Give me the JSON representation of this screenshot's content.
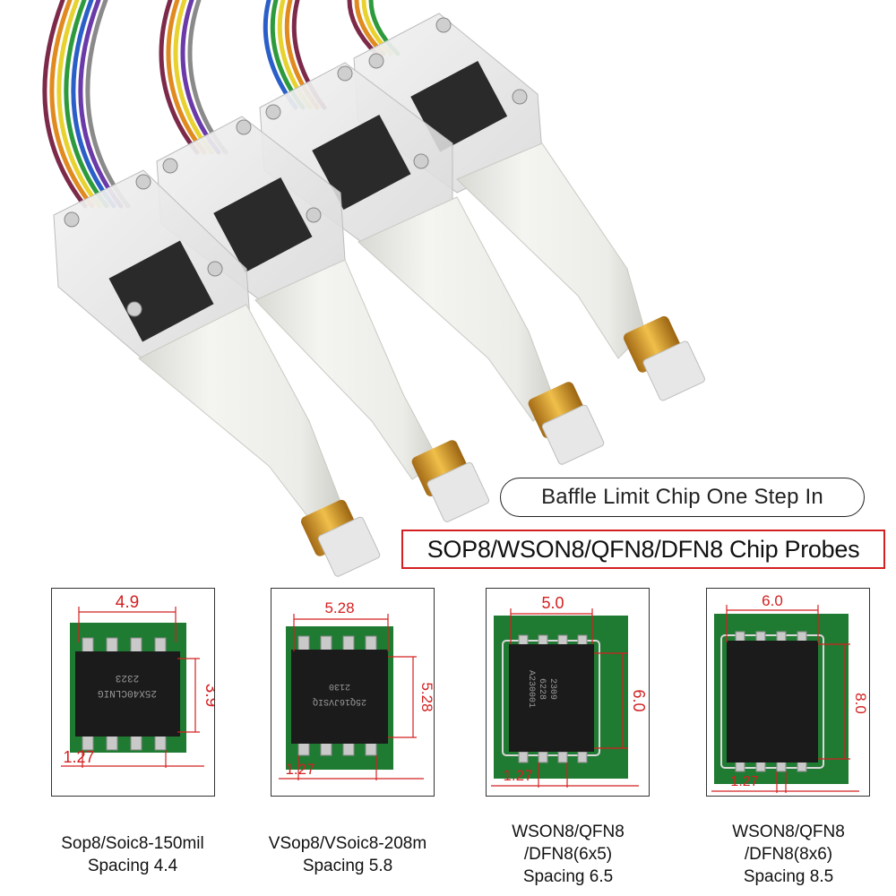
{
  "pill_text": "Baffle Limit Chip One Step In",
  "title_text": "SOP8/WSON8/QFN8/DFN8 Chip Probes",
  "panels": [
    {
      "width_label": "4.9",
      "height_label": "3.9",
      "pitch_label": "1.27",
      "chip_marking": [
        "2323",
        "25X40CLNIG"
      ],
      "caption_lines": [
        "Sop8/Soic8-150mil",
        "Spacing 4.4"
      ]
    },
    {
      "width_label": "5.28",
      "height_label": "5.28",
      "pitch_label": "1.27",
      "chip_marking": [
        "2130",
        "25Q16JVSIQ"
      ],
      "caption_lines": [
        "VSop8/VSoic8-208m",
        "Spacing 5.8"
      ]
    },
    {
      "width_label": "5.0",
      "height_label": "6.0",
      "pitch_label": "1.27",
      "chip_marking": [
        "2309",
        "6228",
        "A230001"
      ],
      "caption_lines": [
        "WSON8/QFN8",
        "/DFN8(6x5)",
        "Spacing 6.5"
      ]
    },
    {
      "width_label": "6.0",
      "height_label": "8.0",
      "pitch_label": "1.27",
      "chip_marking": [],
      "caption_lines": [
        "WSON8/QFN8",
        "/DFN8(8x6)",
        "Spacing 8.5"
      ]
    }
  ],
  "colors": {
    "pcb_green": "#1f7a32",
    "chip_black": "#1b1b1b",
    "dimension_red": "#d42020",
    "title_border": "#d42020",
    "probe_white": "#eeeeea"
  }
}
